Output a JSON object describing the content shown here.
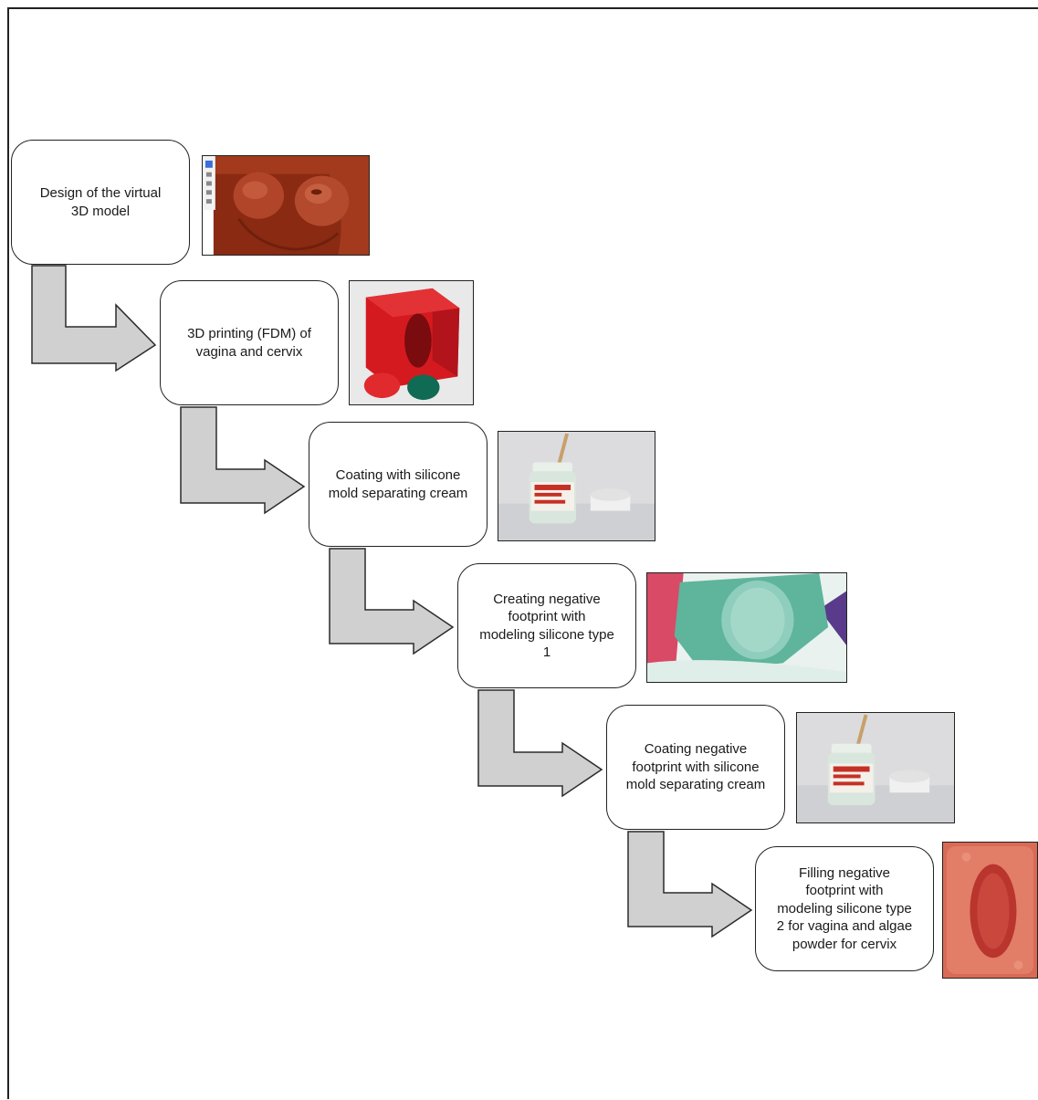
{
  "steps": [
    {
      "text": "Design of the virtual\n3D model",
      "photo_icon": "3d-model-render-icon"
    },
    {
      "text": "3D printing (FDM) of\nvagina and cervix",
      "photo_icon": "printed-mold-icon"
    },
    {
      "text": "Coating with silicone\nmold separating cream",
      "photo_icon": "cream-jar-icon"
    },
    {
      "text": "Creating negative\nfootprint  with\nmodeling silicone  type\n1",
      "photo_icon": "silicone-footprint-icon"
    },
    {
      "text": "Coating negative\nfootprint with silicone\nmold separating cream",
      "photo_icon": "cream-jar-icon"
    },
    {
      "text": "Filling negative\nfootprint with\nmodeling silicone type\n2 for vagina and algae\npowder for cervix",
      "photo_icon": "filled-mold-icon"
    }
  ],
  "colors": {
    "arrow_fill": "#d0d0d0",
    "arrow_stroke": "#2b2b2b",
    "box_border": "#222222"
  }
}
